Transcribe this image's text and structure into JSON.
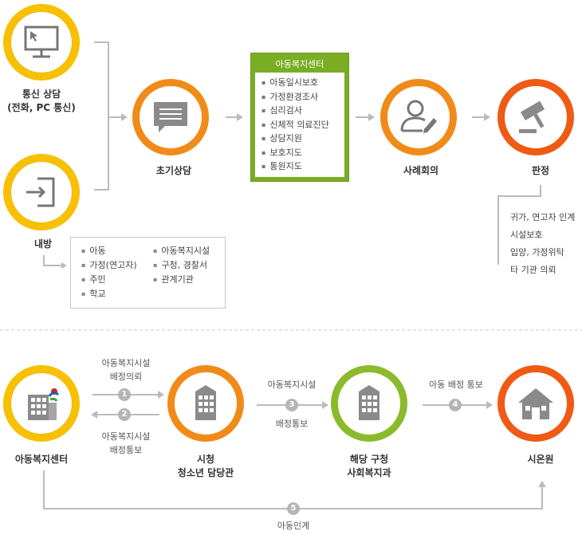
{
  "top_flow": {
    "counsel_online": {
      "line1": "통신 상담",
      "line2": "(전화, PC 통신)"
    },
    "visit": {
      "label": "내방",
      "items_left": [
        "아동",
        "가정(연고자)",
        "주민",
        "학교"
      ],
      "items_right": [
        "아동복지시설",
        "구청, 경찰서",
        "관계기관"
      ]
    },
    "initial_counsel": {
      "label": "초기상담"
    },
    "center": {
      "title": "아동복지센터",
      "items": [
        "아동일시보호",
        "가정환경조사",
        "심리검사",
        "신체적 의료진단",
        "상담지원",
        "보호지도",
        "통원지도"
      ]
    },
    "case_meeting": {
      "label": "사례회의"
    },
    "decision": {
      "label": "판정",
      "results": [
        "귀가, 연고자 인계",
        "시설보호",
        "입양, 가정위탁",
        "타 기관 의뢰"
      ]
    }
  },
  "bottom_flow": {
    "center": {
      "label": "아동복지센터"
    },
    "city": {
      "line1": "시청",
      "line2": "청소년 담당관"
    },
    "district": {
      "line1": "해당 구청",
      "line2": "사회복지과"
    },
    "facility": {
      "label": "시온원"
    },
    "steps": [
      {
        "num": "1",
        "line1": "아동복지시설",
        "line2": "배정의뢰"
      },
      {
        "num": "2",
        "line1": "아동복지시설",
        "line2": "배정통보"
      },
      {
        "num": "3",
        "line1": "아동복지시설",
        "line2": "배정통보"
      },
      {
        "num": "4",
        "line1": "아동 배정 통보"
      },
      {
        "num": "5",
        "line1": "아동인계"
      }
    ]
  },
  "colors": {
    "yellow": "#f7c000",
    "orange": "#f08b1a",
    "red": "#ef5a14",
    "green": "#8bbb2c",
    "line": "#bbbbbb"
  }
}
